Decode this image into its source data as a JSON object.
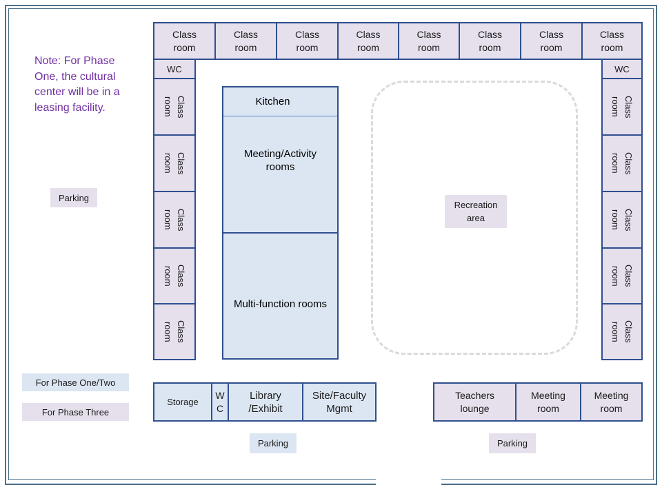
{
  "note": "Note: For Phase One, the cultural center will be in a leasing facility.",
  "top_classrooms": [
    "Class\nroom",
    "Class\nroom",
    "Class\nroom",
    "Class\nroom",
    "Class\nroom",
    "Class\nroom",
    "Class\nroom",
    "Class\nroom"
  ],
  "wc_left": "WC",
  "wc_right": "WC",
  "left_classrooms": [
    "Class\nroom",
    "Class\nroom",
    "Class\nroom",
    "Class\nroom",
    "Class\nroom"
  ],
  "right_classrooms": [
    "Class\nroom",
    "Class\nroom",
    "Class\nroom",
    "Class\nroom",
    "Class\nroom"
  ],
  "center": {
    "kitchen": "Kitchen",
    "meeting": "Meeting/Activity\nrooms",
    "multi": "Multi-function rooms"
  },
  "recreation": "Recreation\narea",
  "bottom_left": {
    "storage": "Storage",
    "wc": "W\nC",
    "library": "Library\n/Exhibit",
    "site": "Site/Faculty\nMgmt"
  },
  "bottom_right": {
    "teachers": "Teachers\nlounge",
    "meeting1": "Meeting\nroom",
    "meeting2": "Meeting\nroom"
  },
  "parking": {
    "left": "Parking",
    "bottom_left": "Parking",
    "bottom_right": "Parking"
  },
  "legend": {
    "phase12": "For Phase One/Two",
    "phase3": "For Phase Three"
  },
  "colors": {
    "phase_one_two": "#dce6f2",
    "phase_three": "#e6e0ec",
    "outline": "#2f4f8f",
    "note_text": "#7030a0"
  }
}
